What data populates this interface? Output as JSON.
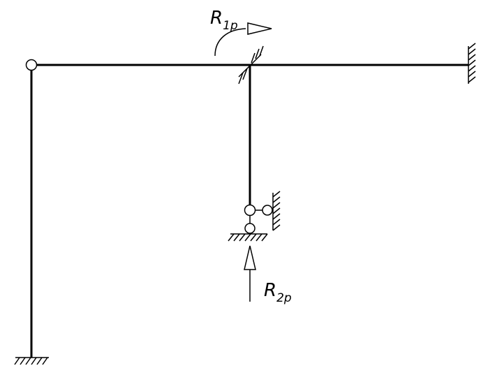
{
  "labels": {
    "r1": {
      "main": "R",
      "sub": "1p"
    },
    "r2": {
      "main": "R",
      "sub": "2p"
    }
  },
  "colors": {
    "stroke": "#000000",
    "background": "#ffffff"
  }
}
